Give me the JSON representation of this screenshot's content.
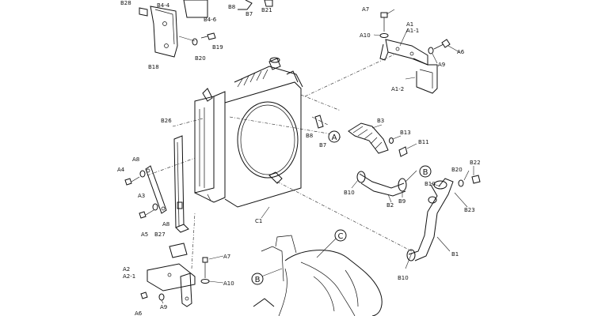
{
  "labels": {
    "b28": "B28",
    "b4_4": "B4-4",
    "b4_6": "B4-6",
    "b8_top": "B8",
    "b7_top": "B7",
    "b21": "B21",
    "b19": "B19",
    "b20_top": "B20",
    "b18": "B18",
    "a7_top": "A7",
    "a1": "A1",
    "a1_1": "A1-1",
    "a10_top": "A10",
    "a6": "A6",
    "a9_top": "A9",
    "a1_2": "A1-2",
    "b26": "B26",
    "b3": "B3",
    "b13": "B13",
    "b8_mid": "B8",
    "b7_mid": "B7",
    "b11": "B11",
    "a8_a": "A8",
    "a4": "A4",
    "a3": "A3",
    "a8_b": "A8",
    "a5": "A5",
    "b27": "B27",
    "c1": "C1",
    "b10_a": "B10",
    "b2": "B2",
    "b9": "B9",
    "b10_b": "B10",
    "b20_right": "B20",
    "b22": "B22",
    "b23": "B23",
    "b1": "B1",
    "b10_c": "B10",
    "a2": "A2",
    "a2_1": "A2-1",
    "a7_bot": "A7",
    "a10_bot": "A10",
    "a9_bot": "A9",
    "a6_bot": "A6"
  },
  "callouts": {
    "a": "A",
    "b_top": "B",
    "b_bot": "B",
    "c": "C"
  }
}
